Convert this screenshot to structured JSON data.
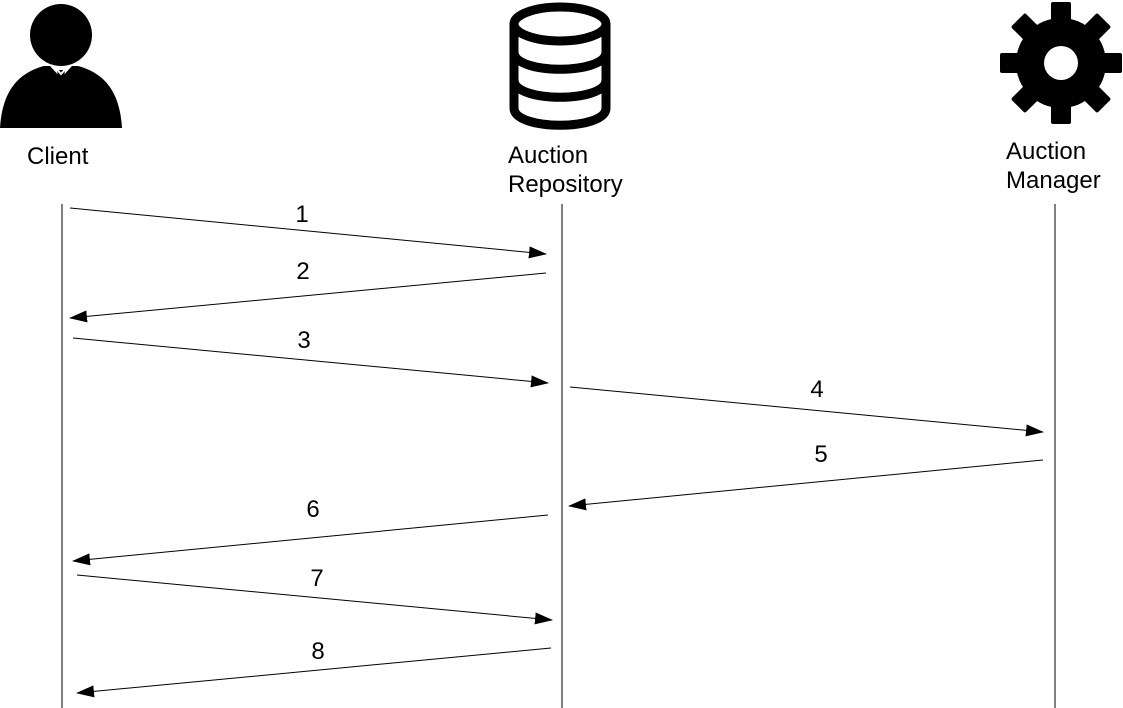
{
  "colors": {
    "ink": "#000000",
    "background": "#ffffff"
  },
  "actors": [
    {
      "id": "client",
      "label_lines": [
        "Client"
      ],
      "icon": "person-icon"
    },
    {
      "id": "repository",
      "label_lines": [
        "Auction",
        "Repository"
      ],
      "icon": "database-icon"
    },
    {
      "id": "manager",
      "label_lines": [
        "Auction",
        "Manager"
      ],
      "icon": "gear-icon"
    }
  ],
  "messages": [
    {
      "label": "1",
      "from": "client",
      "to": "repository"
    },
    {
      "label": "2",
      "from": "repository",
      "to": "client"
    },
    {
      "label": "3",
      "from": "client",
      "to": "repository"
    },
    {
      "label": "4",
      "from": "repository",
      "to": "manager"
    },
    {
      "label": "5",
      "from": "manager",
      "to": "repository"
    },
    {
      "label": "6",
      "from": "repository",
      "to": "client"
    },
    {
      "label": "7",
      "from": "client",
      "to": "repository"
    },
    {
      "label": "8",
      "from": "repository",
      "to": "client"
    }
  ]
}
